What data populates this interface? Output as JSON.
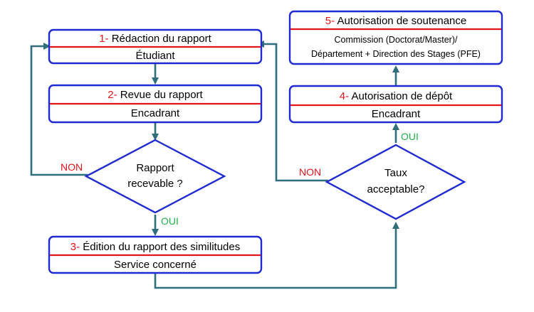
{
  "colors": {
    "box_border": "#1f2ad0",
    "separator": "#e3141a",
    "step_number": "#e3141a",
    "connector": "#2f6e7a",
    "oui": "#22b04a",
    "non": "#e3141a"
  },
  "steps": {
    "s1": {
      "num": "1-",
      "title": "Rédaction du rapport",
      "actor": "Étudiant"
    },
    "s2": {
      "num": "2-",
      "title": "Revue du rapport",
      "actor": "Encadrant"
    },
    "s3": {
      "num": "3-",
      "title": "Édition du rapport des similitudes",
      "actor": "Service concerné"
    },
    "s4": {
      "num": "4-",
      "title": "Autorisation de dépôt",
      "actor": "Encadrant"
    },
    "s5": {
      "num": "5-",
      "title": "Autorisation de soutenance",
      "actor_line1": "Commission (Doctorat/Master)/",
      "actor_line2": "Département + Direction des Stages (PFE)"
    }
  },
  "decisions": {
    "d1": {
      "line1": "Rapport",
      "line2": "recevable ?",
      "yes": "OUI",
      "no": "NON"
    },
    "d2": {
      "line1": "Taux",
      "line2": "acceptable?",
      "yes": "OUI",
      "no": "NON"
    }
  }
}
